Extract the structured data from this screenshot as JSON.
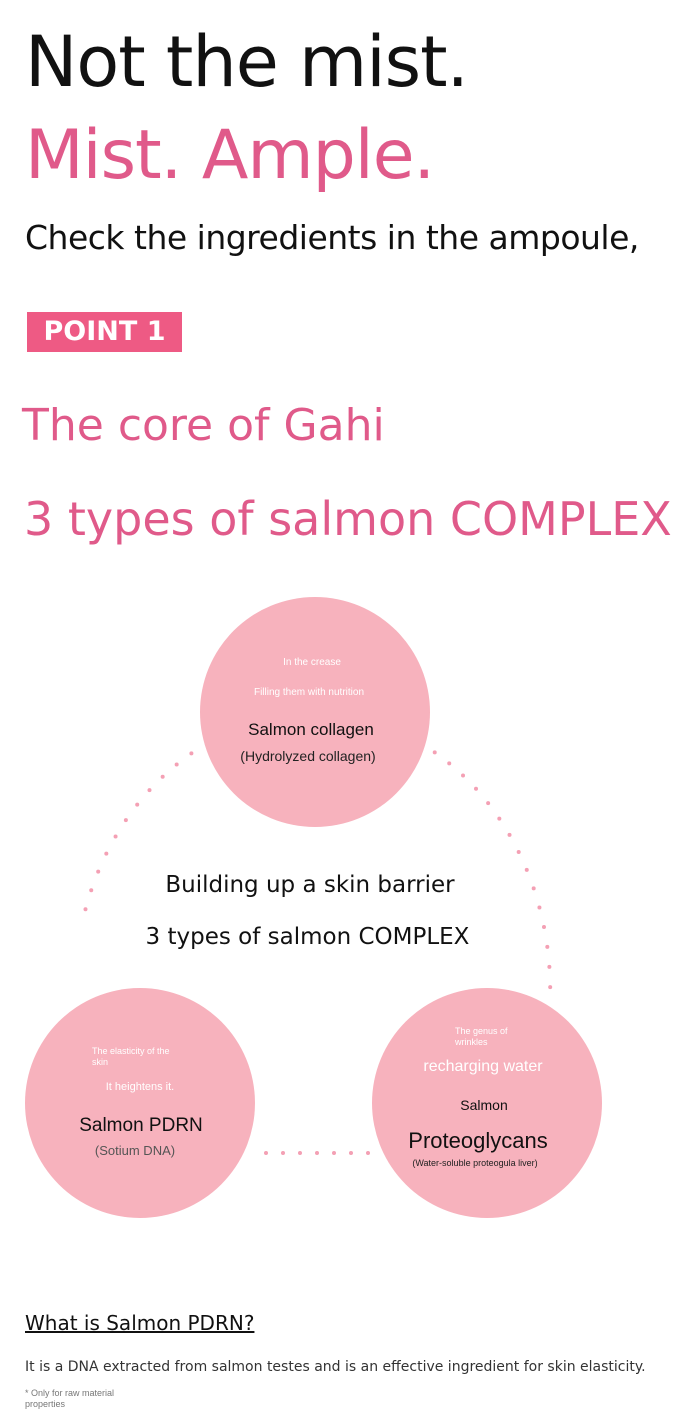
{
  "headline": {
    "line1": "Not the mist.",
    "line2": "Mist. Ample.",
    "subtitle": "Check the ingredients in the ampoule,"
  },
  "point": {
    "label": "POINT 1"
  },
  "section": {
    "line1": "The core of Gahi",
    "line2": "3 types of salmon COMPLEX"
  },
  "diagram": {
    "center_line1": "Building up a skin barrier",
    "center_line2": "3 types of salmon COMPLEX",
    "top": {
      "caption1": "In the crease",
      "caption2": "Filling them with nutrition",
      "title": "Salmon collagen",
      "detail": "(Hydrolyzed collagen)"
    },
    "left": {
      "caption1": "The elasticity of the",
      "caption1b": "skin",
      "caption2": "It heightens it.",
      "title": "Salmon PDRN",
      "detail": "(Sotium DNA)"
    },
    "right": {
      "caption1": "The genus of",
      "caption1b": "wrinkles",
      "caption2": "recharging water",
      "title_small": "Salmon",
      "title": "Proteoglycans",
      "detail": "(Water-soluble proteogula liver)"
    },
    "colors": {
      "circle": "#f7b2bd",
      "dots": "#f4a0b4",
      "accent": "#e05a8a"
    }
  },
  "info": {
    "question": "What is Salmon PDRN?",
    "answer": "It is a DNA extracted from salmon testes and is an effective ingredient for skin elasticity.",
    "note": "* Only for raw material properties"
  }
}
